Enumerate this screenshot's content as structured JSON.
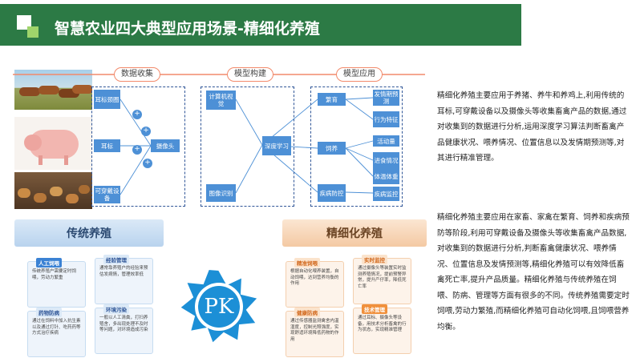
{
  "title": "智慧农业四大典型应用场景-精细化养殖",
  "sections": {
    "data_collection": "数据收集",
    "model_building": "模型构建",
    "model_application": "模型应用"
  },
  "collection_nodes": [
    "耳标颈圈",
    "耳标",
    "可穿戴设备"
  ],
  "camera_node": "摄像头",
  "model_nodes": [
    "计算机视觉",
    "图像识别"
  ],
  "deep_learning_node": "深度学习",
  "application_nodes": [
    "繁育",
    "饲养",
    "疾病防控"
  ],
  "application_outputs": [
    "发情期预测",
    "行为特征",
    "活动量",
    "进食情况",
    "体温体重",
    "疾病监控"
  ],
  "paragraphs": [
    "精细化养殖主要应用于养猪、养牛和养鸡上,利用传统的耳标,可穿戴设备以及摄像头等收集畜禽产品的数据,通过对收集到的数据进行分析,运用深度学习算法判断畜禽产品健康状况、喂养情况、位置信息以及发情期预测等,对其进行精准管理。",
    "精细化养殖主要应用在家畜、家禽在繁育、饲养和疾病预防等阶段,利用可穿戴设备及摄像头等收集畜禽产品数据,对收集到的数据进行分析,判断畜禽健康状况、喂养情况、位置信息及发情预测等,精细化养殖可以有效降低畜禽死亡率,提升产品质量。精细化养殖与传统养殖在饲喂、防病、管理等方面有很多的不同。传统养殖需要定时饲喂,劳动力繁殖,而精细化养殖可自动化饲喂,且饲喂营养均衡。"
  ],
  "traditional_label": "传统养殖",
  "fine_label": "精细化养殖",
  "pk_label": "PK",
  "traditional_cards": [
    {
      "tag": "人工饲喂",
      "text": "传统养殖户需要定时饲喂，劳动力繁重"
    },
    {
      "tag": "经验管理",
      "text": "通常靠养殖户的经验来预估发病情，管理效率低"
    },
    {
      "tag": "药物防病",
      "text": "通过在饲料中加入抗生素以及通过打针、吃药药等方式治疗疾病"
    },
    {
      "tag": "环境污染",
      "text": "一般以人工清粪，打扫养殖舍，多出现处理不及时等问题，对环境造成污染"
    }
  ],
  "fine_cards": [
    {
      "tag": "精准饲喂",
      "text": "根据自动化喂养装置，自动饲喂，达到营养均衡的作用"
    },
    {
      "tag": "实时监控",
      "text": "通过摄像头等装置实时监测养殖情况，提前预警异常，提升产仔率，降低死亡率"
    },
    {
      "tag": "健康防病",
      "text": "通过传感器监测禽舍内温湿度，控制光照强度，实现舒适环境降低药物的作用"
    },
    {
      "tag": "技术管理",
      "text": "通过耳标、摄像头等设备，用技术分析畜禽的行为状态，实现精准管理"
    }
  ],
  "colors": {
    "banner": "#2c7a45",
    "node": "#4d90d6",
    "dash": "#2f5597"
  }
}
